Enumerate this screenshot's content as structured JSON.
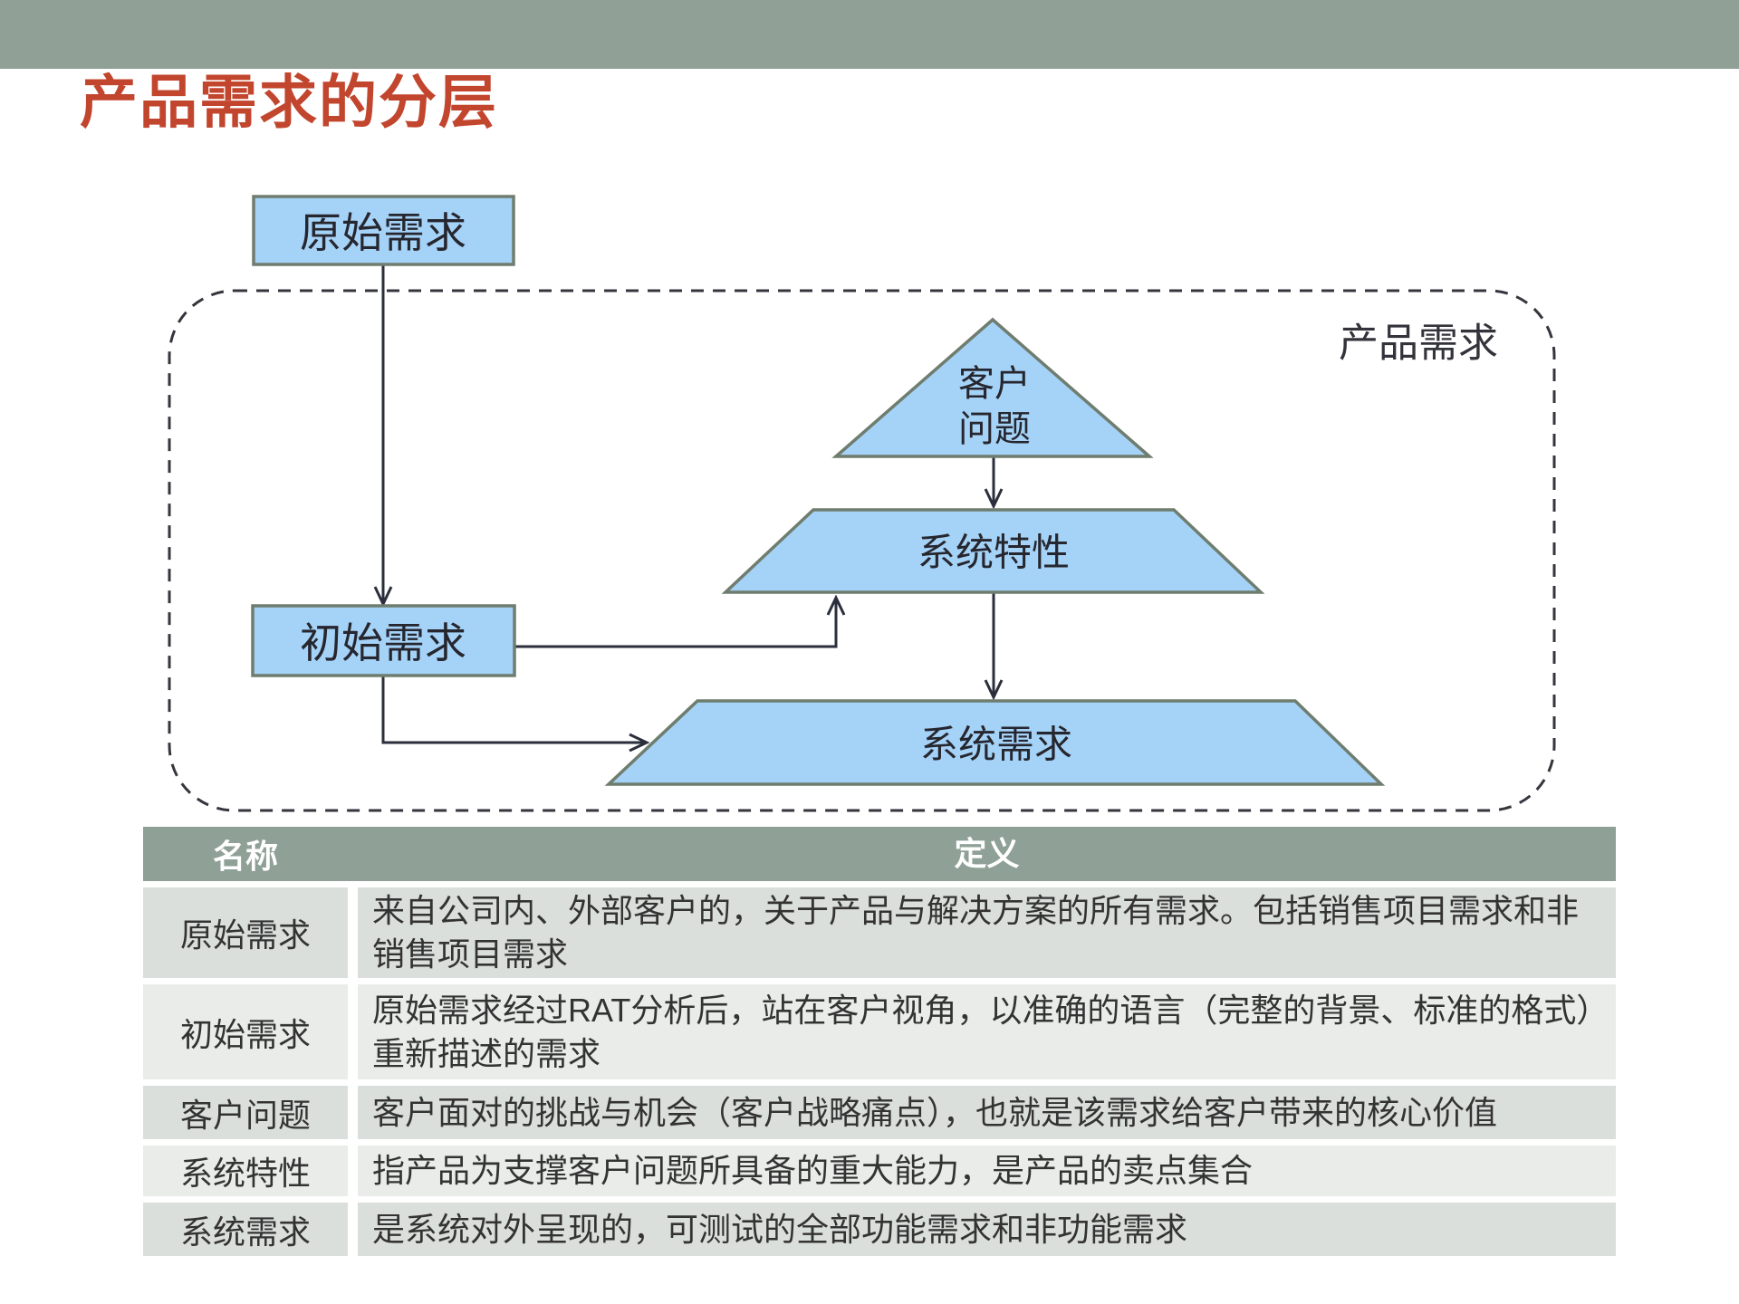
{
  "page_title": "产品需求的分层",
  "colors": {
    "top_bar": "#91A097",
    "title_red": "#C2452E",
    "shape_fill_blue": "#A5D2F7",
    "shape_border": "#6F7D6F",
    "connector": "#2B2F3C",
    "table_header_bg": "#8FA096",
    "table_row_odd_bg": "#DBDFDC",
    "table_row_even_bg": "#EAECEA"
  },
  "diagram": {
    "raw_box_label": "原始需求",
    "initial_box_label": "初始需求",
    "group_label": "产品需求",
    "triangle_line1": "客户",
    "triangle_line2": "问题",
    "trapezoid_mid_label": "系统特性",
    "trapezoid_bottom_label": "系统需求"
  },
  "table": {
    "headers": [
      "名称",
      "定义"
    ],
    "rows": [
      {
        "name": "原始需求",
        "definition": "来自公司内、外部客户的，关于产品与解决方案的所有需求。包括销售项目需求和非销售项目需求"
      },
      {
        "name": "初始需求",
        "definition": "原始需求经过RAT分析后，站在客户视角，以准确的语言（完整的背景、标准的格式）重新描述的需求"
      },
      {
        "name": "客户问题",
        "definition": "客户面对的挑战与机会（客户战略痛点），也就是该需求给客户带来的核心价值"
      },
      {
        "name": "系统特性",
        "definition": "指产品为支撑客户问题所具备的重大能力，是产品的卖点集合"
      },
      {
        "name": "系统需求",
        "definition": "是系统对外呈现的，可测试的全部功能需求和非功能需求"
      }
    ]
  }
}
